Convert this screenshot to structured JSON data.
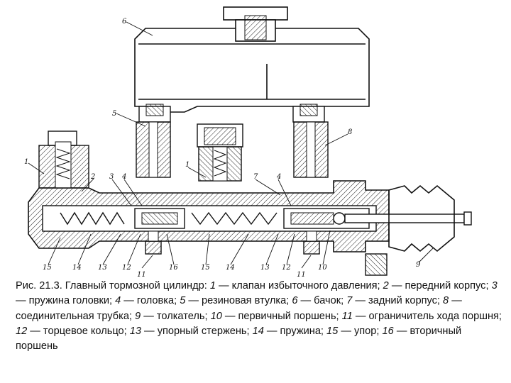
{
  "figure": {
    "title": "Главный тормозной цилиндр",
    "callouts": [
      {
        "id": "lbl-6",
        "text": "6"
      },
      {
        "id": "lbl-5",
        "text": "5"
      },
      {
        "id": "lbl-8",
        "text": "8"
      },
      {
        "id": "lbl-1a",
        "text": "1"
      },
      {
        "id": "lbl-1b",
        "text": "1"
      },
      {
        "id": "lbl-2",
        "text": "2"
      },
      {
        "id": "lbl-3",
        "text": "3"
      },
      {
        "id": "lbl-4a",
        "text": "4"
      },
      {
        "id": "lbl-7",
        "text": "7"
      },
      {
        "id": "lbl-4b",
        "text": "4"
      },
      {
        "id": "lbl-9",
        "text": "9"
      },
      {
        "id": "lbl-15a",
        "text": "15"
      },
      {
        "id": "lbl-14a",
        "text": "14"
      },
      {
        "id": "lbl-13a",
        "text": "13"
      },
      {
        "id": "lbl-12a",
        "text": "12"
      },
      {
        "id": "lbl-11a",
        "text": "11"
      },
      {
        "id": "lbl-16",
        "text": "16"
      },
      {
        "id": "lbl-15b",
        "text": "15"
      },
      {
        "id": "lbl-14b",
        "text": "14"
      },
      {
        "id": "lbl-13b",
        "text": "13"
      },
      {
        "id": "lbl-12b",
        "text": "12"
      },
      {
        "id": "lbl-11b",
        "text": "11"
      },
      {
        "id": "lbl-10",
        "text": "10"
      }
    ]
  },
  "caption": {
    "prefix": "Рис. 21.3. Главный тормозной цилиндр: ",
    "items": [
      {
        "num": "1",
        "text": " — клапан избыточного давления; "
      },
      {
        "num": "2",
        "text": " — передний корпус; "
      },
      {
        "num": "3",
        "text": " — пружина головки; "
      },
      {
        "num": "4",
        "text": " — головка; "
      },
      {
        "num": "5",
        "text": " — резиновая втулка; "
      },
      {
        "num": "6",
        "text": " — бачок; "
      },
      {
        "num": "7",
        "text": " — задний корпус; "
      },
      {
        "num": "8",
        "text": " — соединительная трубка; "
      },
      {
        "num": "9",
        "text": " — толкатель; "
      },
      {
        "num": "10",
        "text": " — первичный поршень; "
      },
      {
        "num": "11",
        "text": " — ограничитель хода поршня; "
      },
      {
        "num": "12",
        "text": " — торцевое кольцо; "
      },
      {
        "num": "13",
        "text": " — упорный стержень; "
      },
      {
        "num": "14",
        "text": " — пружина; "
      },
      {
        "num": "15",
        "text": " — упор; "
      },
      {
        "num": "16",
        "text": " — вторичный поршень"
      }
    ]
  }
}
